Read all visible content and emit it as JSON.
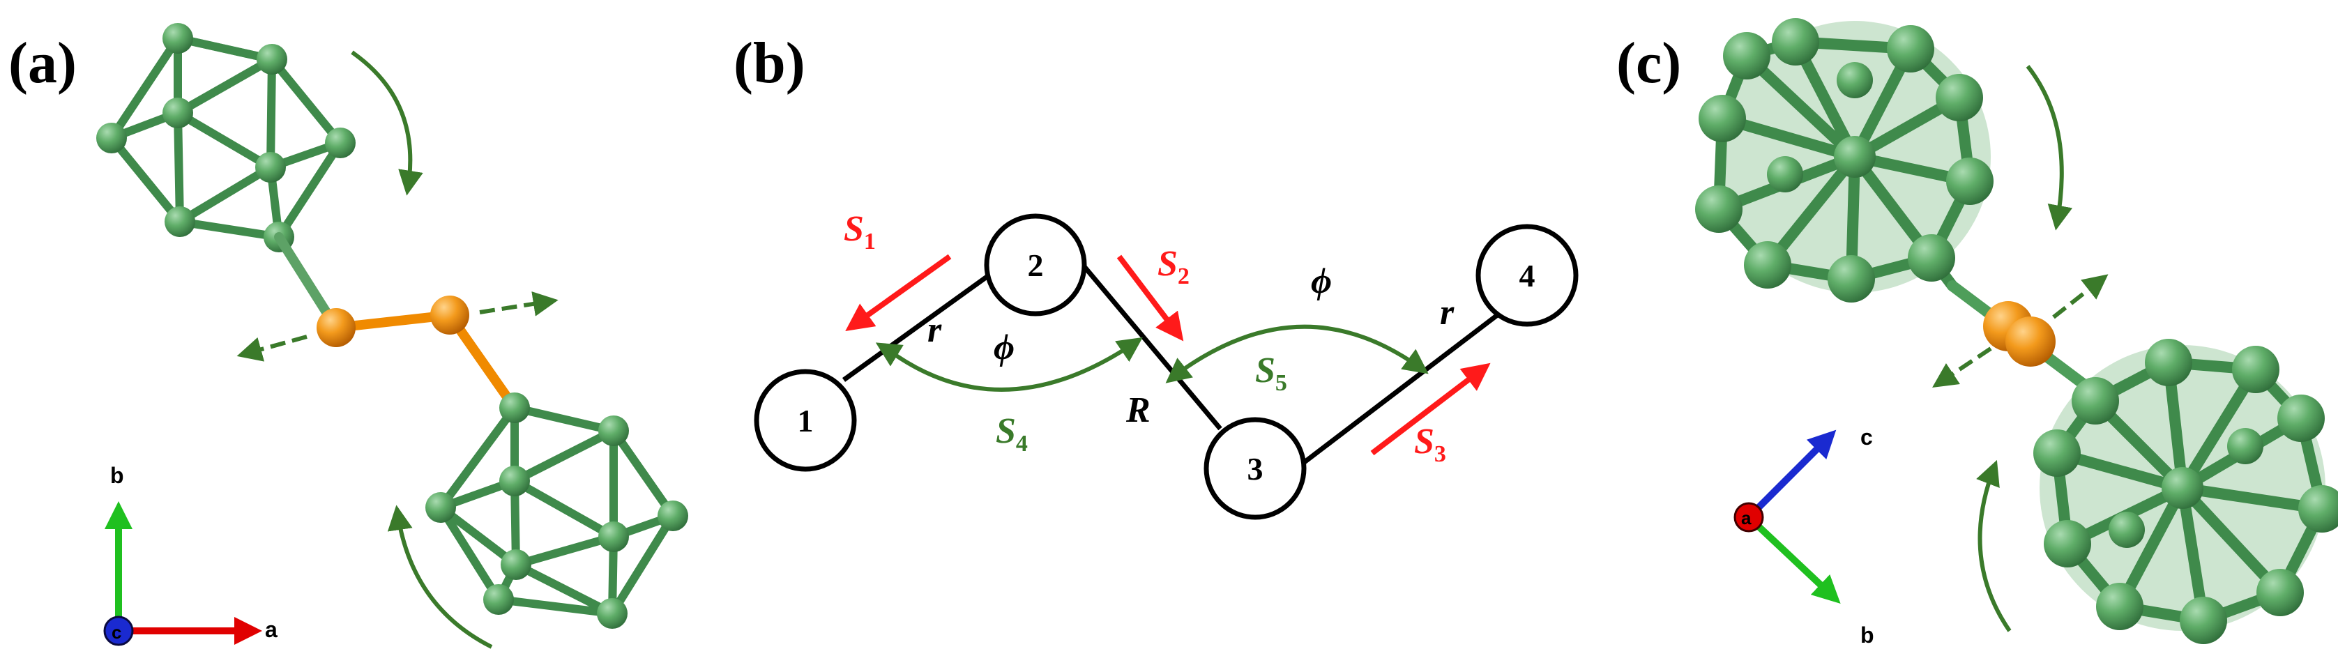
{
  "panels": {
    "a": {
      "label": "(a)",
      "axes": {
        "a": "a",
        "b": "b",
        "c": "c"
      }
    },
    "b": {
      "label": "(b)",
      "nodes": [
        "1",
        "2",
        "3",
        "4"
      ],
      "bond_r": "r",
      "bond_R": "R",
      "angle": "ϕ",
      "coords": [
        {
          "symbol": "S",
          "index": "1",
          "color": "#ff1a1a"
        },
        {
          "symbol": "S",
          "index": "2",
          "color": "#ff1a1a"
        },
        {
          "symbol": "S",
          "index": "3",
          "color": "#ff1a1a"
        },
        {
          "symbol": "S",
          "index": "4",
          "color": "#3a7a2a"
        },
        {
          "symbol": "S",
          "index": "5",
          "color": "#3a7a2a"
        }
      ]
    },
    "c": {
      "label": "(c)",
      "axes": {
        "a": "a",
        "b": "b",
        "c": "c"
      }
    }
  },
  "colors": {
    "cluster": "#4e9e5a",
    "bridge": "#f08a00",
    "arrow_green": "#3a7a2a",
    "arrow_red": "#ff1a1a",
    "axis_a": "#e00000",
    "axis_b": "#1fc01f",
    "axis_c": "#1a2ad0"
  }
}
